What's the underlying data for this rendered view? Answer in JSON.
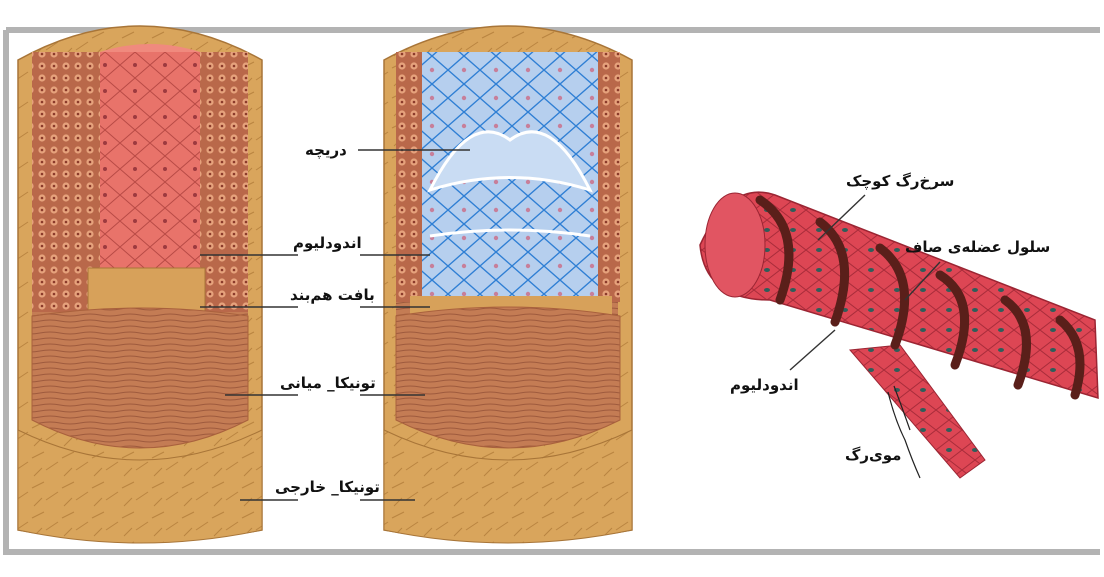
{
  "labels": {
    "valve": "دریچه",
    "endothelium": "اندودلیوم",
    "connective_tissue": "بافت هم‌بند",
    "tunica_media": "تونیکا_ میانی",
    "tunica_externa": "تونیکا_ خارجی",
    "arteriole": "سرخ‌رگ کوچک",
    "smooth_muscle_cell": "سلول عضله‌ی صاف",
    "endothelium_right": "اندودلیوم",
    "capillary": "موی‌رگ"
  },
  "colors": {
    "frame": "#b3b3b3",
    "outer_tan": "#d9a35a",
    "muscle": "#c77b52",
    "artery_lumen": "#e8706a",
    "vein_lumen": "#a9c7ec",
    "vessel_red": "#d9434f",
    "muscle_band": "#5a1f1a"
  }
}
